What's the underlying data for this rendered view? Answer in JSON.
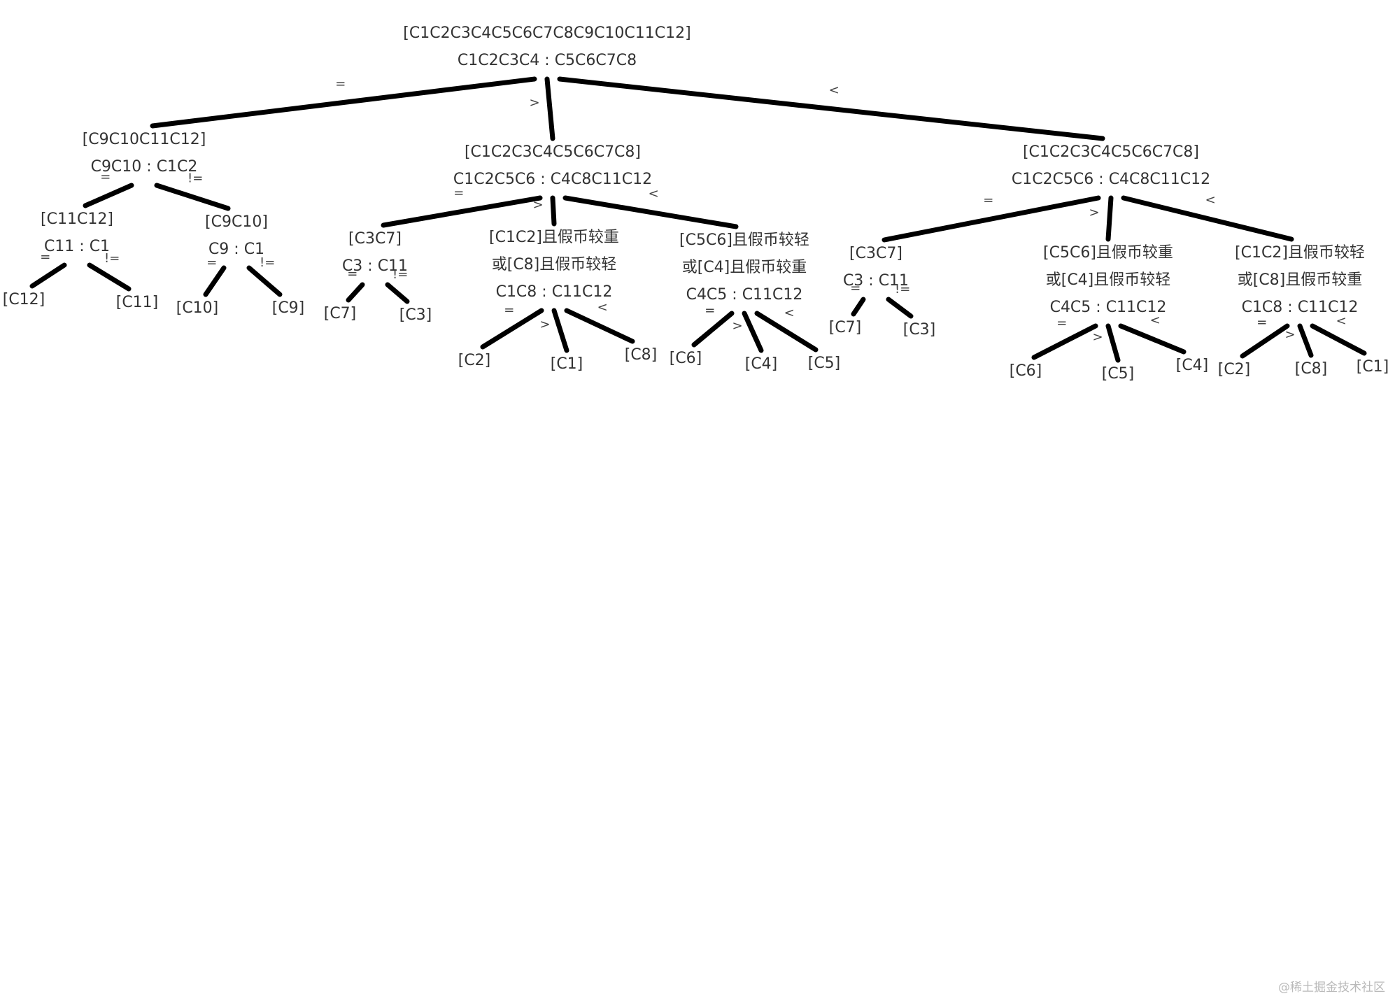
{
  "tree": {
    "nodes": [
      {
        "id": "root",
        "lines": [
          "[C1C2C3C4C5C6C7C8C9C10C11C12]",
          "C1C2C3C4 : C5C6C7C8"
        ]
      },
      {
        "id": "L",
        "lines": [
          "[C9C10C11C12]",
          "C9C10 : C1C2"
        ]
      },
      {
        "id": "M",
        "lines": [
          "[C1C2C3C4C5C6C7C8]",
          "C1C2C5C6 : C4C8C11C12"
        ]
      },
      {
        "id": "R",
        "lines": [
          "[C1C2C3C4C5C6C7C8]",
          "C1C2C5C6 : C4C8C11C12"
        ]
      },
      {
        "id": "LL",
        "lines": [
          "[C11C12]",
          "C11 : C1"
        ]
      },
      {
        "id": "LR",
        "lines": [
          "[C9C10]",
          "C9 : C1"
        ]
      },
      {
        "id": "ML",
        "lines": [
          "[C3C7]",
          "C3 : C11"
        ]
      },
      {
        "id": "MM",
        "lines": [
          "[C1C2]且假币较重",
          "或[C8]且假币较轻",
          "C1C8 : C11C12"
        ]
      },
      {
        "id": "MR",
        "lines": [
          "[C5C6]且假币较轻",
          "或[C4]且假币较重",
          "C4C5 : C11C12"
        ]
      },
      {
        "id": "RL",
        "lines": [
          "[C3C7]",
          "C3 : C11"
        ]
      },
      {
        "id": "RM",
        "lines": [
          "[C5C6]且假币较重",
          "或[C4]且假币较轻",
          "C4C5 : C11C12"
        ]
      },
      {
        "id": "RR",
        "lines": [
          "[C1C2]且假币较轻",
          "或[C8]且假币较重",
          "C1C8 : C11C12"
        ]
      },
      {
        "id": "LL1",
        "lines": [
          "[C12]"
        ]
      },
      {
        "id": "LL2",
        "lines": [
          "[C11]"
        ]
      },
      {
        "id": "LR1",
        "lines": [
          "[C10]"
        ]
      },
      {
        "id": "LR2",
        "lines": [
          "[C9]"
        ]
      },
      {
        "id": "ML1",
        "lines": [
          "[C7]"
        ]
      },
      {
        "id": "ML2",
        "lines": [
          "[C3]"
        ]
      },
      {
        "id": "MM1",
        "lines": [
          "[C2]"
        ]
      },
      {
        "id": "MM2",
        "lines": [
          "[C1]"
        ]
      },
      {
        "id": "MM3",
        "lines": [
          "[C8]"
        ]
      },
      {
        "id": "MR1",
        "lines": [
          "[C6]"
        ]
      },
      {
        "id": "MR2",
        "lines": [
          "[C4]"
        ]
      },
      {
        "id": "MR3",
        "lines": [
          "[C5]"
        ]
      },
      {
        "id": "RL1",
        "lines": [
          "[C7]"
        ]
      },
      {
        "id": "RL2",
        "lines": [
          "[C3]"
        ]
      },
      {
        "id": "RM1",
        "lines": [
          "[C6]"
        ]
      },
      {
        "id": "RM2",
        "lines": [
          "[C5]"
        ]
      },
      {
        "id": "RM3",
        "lines": [
          "[C4]"
        ]
      },
      {
        "id": "RR1",
        "lines": [
          "[C2]"
        ]
      },
      {
        "id": "RR2",
        "lines": [
          "[C8]"
        ]
      },
      {
        "id": "RR3",
        "lines": [
          "[C1]"
        ]
      }
    ],
    "edges": [
      {
        "from": "root",
        "to": "L",
        "label": "="
      },
      {
        "from": "root",
        "to": "M",
        "label": ">"
      },
      {
        "from": "root",
        "to": "R",
        "label": "<"
      },
      {
        "from": "L",
        "to": "LL",
        "label": "="
      },
      {
        "from": "L",
        "to": "LR",
        "label": "!="
      },
      {
        "from": "M",
        "to": "ML",
        "label": "="
      },
      {
        "from": "M",
        "to": "MM",
        "label": ">"
      },
      {
        "from": "M",
        "to": "MR",
        "label": "<"
      },
      {
        "from": "R",
        "to": "RL",
        "label": "="
      },
      {
        "from": "R",
        "to": "RM",
        "label": ">"
      },
      {
        "from": "R",
        "to": "RR",
        "label": "<"
      },
      {
        "from": "LL",
        "to": "LL1",
        "label": "="
      },
      {
        "from": "LL",
        "to": "LL2",
        "label": "!="
      },
      {
        "from": "LR",
        "to": "LR1",
        "label": "="
      },
      {
        "from": "LR",
        "to": "LR2",
        "label": "!="
      },
      {
        "from": "ML",
        "to": "ML1",
        "label": "="
      },
      {
        "from": "ML",
        "to": "ML2",
        "label": "!="
      },
      {
        "from": "MM",
        "to": "MM1",
        "label": "="
      },
      {
        "from": "MM",
        "to": "MM2",
        "label": ">"
      },
      {
        "from": "MM",
        "to": "MM3",
        "label": "<"
      },
      {
        "from": "MR",
        "to": "MR1",
        "label": "="
      },
      {
        "from": "MR",
        "to": "MR2",
        "label": ">"
      },
      {
        "from": "MR",
        "to": "MR3",
        "label": "<"
      },
      {
        "from": "RL",
        "to": "RL1",
        "label": "="
      },
      {
        "from": "RL",
        "to": "RL2",
        "label": "!="
      },
      {
        "from": "RM",
        "to": "RM1",
        "label": "="
      },
      {
        "from": "RM",
        "to": "RM2",
        "label": ">"
      },
      {
        "from": "RM",
        "to": "RM3",
        "label": "<"
      },
      {
        "from": "RR",
        "to": "RR1",
        "label": "="
      },
      {
        "from": "RR",
        "to": "RR2",
        "label": ">"
      },
      {
        "from": "RR",
        "to": "RR3",
        "label": "<"
      }
    ]
  },
  "watermark": "@稀土掘金技术社区"
}
